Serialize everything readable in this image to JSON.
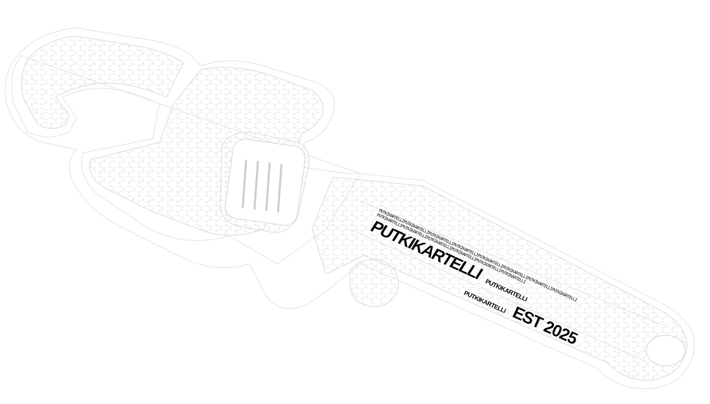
{
  "logo": {
    "tiny_line_1": "PUTKIKARTELLIPUTKIKARTELLIPUTKIKARTELLIPUTKIKARTELLIPUTKIKARTELLIPUTKIKARTELLIPUTKIKARTELLIPUTKIKARTELLI",
    "tiny_line_2": "PUTKIKARTELLIPUTKIKARTELLIPUTKIKARTELLIPUTKIKARTELLIPUTKIKARTELLIPUTKIKARTELLI",
    "brand": "PUTKIKARTELLI",
    "repeat_1": "PUTKIKARTELLI",
    "repeat_2": "PUTKIKARTELLI",
    "est": "EST 2025"
  },
  "colors": {
    "ink": "#0a0a0a",
    "outline": "#cfcfcf",
    "background": "#ffffff"
  },
  "icon": "pipe-wrench-icon"
}
